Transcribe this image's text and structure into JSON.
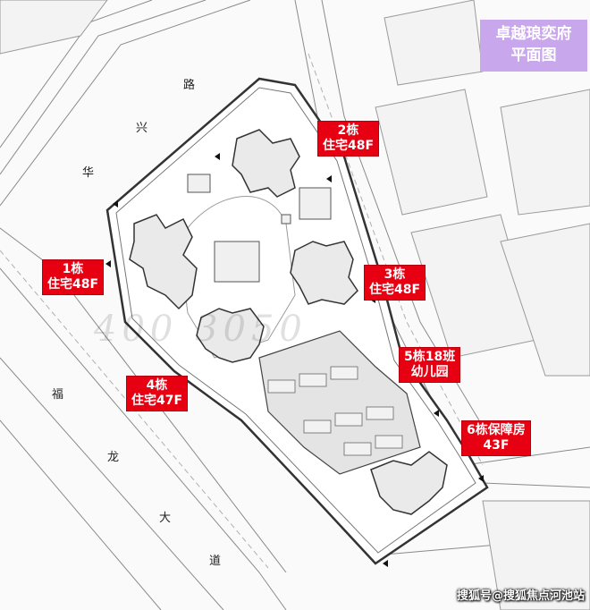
{
  "title": {
    "line1": "卓越琅奕府",
    "line2": "平面图"
  },
  "buildings": [
    {
      "id": "b1",
      "line1": "1栋",
      "line2": "住宅48F"
    },
    {
      "id": "b2",
      "line1": "2栋",
      "line2": "住宅48F"
    },
    {
      "id": "b3",
      "line1": "3栋",
      "line2": "住宅48F"
    },
    {
      "id": "b4",
      "line1": "4栋",
      "line2": "住宅47F"
    },
    {
      "id": "b5",
      "line1": "5栋18班",
      "line2": "幼儿园"
    },
    {
      "id": "b6",
      "line1": "6栋保障房",
      "line2": "43F"
    }
  ],
  "roads": {
    "huaxing": [
      "华",
      "兴",
      "路"
    ],
    "fulong": [
      "福",
      "龙",
      "大",
      "道"
    ]
  },
  "watermark": "400 3050",
  "credit": "搜狐号@搜狐焦点河池站",
  "colors": {
    "label_bg": "#e60012",
    "title_bg": "#c9a7ec",
    "line": "#555555"
  }
}
